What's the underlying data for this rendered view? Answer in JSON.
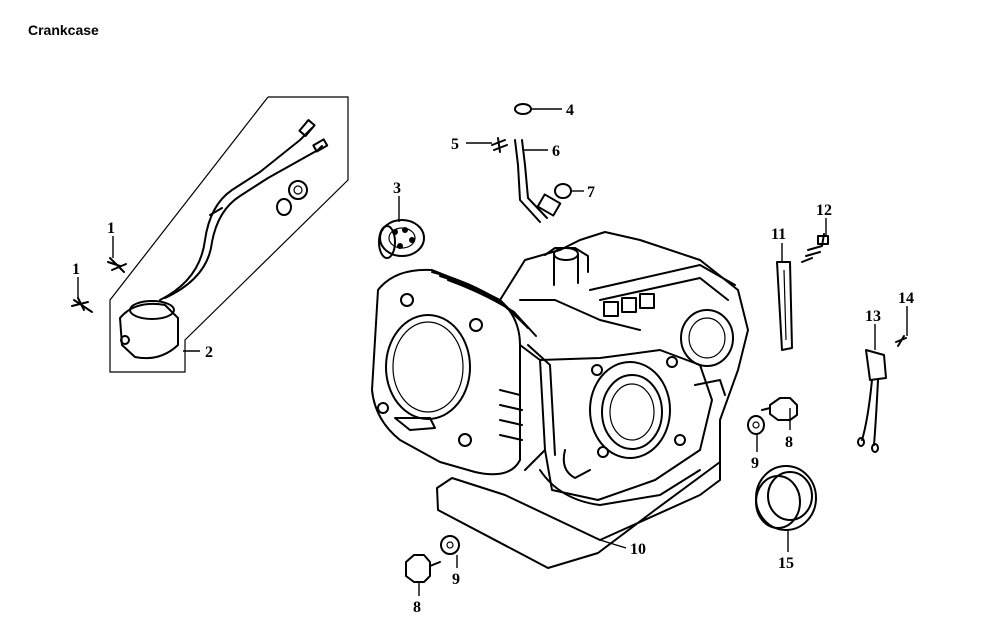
{
  "title": "Crankcase",
  "callouts": [
    {
      "id": "c1a",
      "label": "1"
    },
    {
      "id": "c1b",
      "label": "1"
    },
    {
      "id": "c2",
      "label": "2"
    },
    {
      "id": "c3",
      "label": "3"
    },
    {
      "id": "c4",
      "label": "4"
    },
    {
      "id": "c5",
      "label": "5"
    },
    {
      "id": "c6",
      "label": "6"
    },
    {
      "id": "c7",
      "label": "7"
    },
    {
      "id": "c8a",
      "label": "8"
    },
    {
      "id": "c8b",
      "label": "8"
    },
    {
      "id": "c9a",
      "label": "9"
    },
    {
      "id": "c9b",
      "label": "9"
    },
    {
      "id": "c10",
      "label": "10"
    },
    {
      "id": "c11",
      "label": "11"
    },
    {
      "id": "c12",
      "label": "12"
    },
    {
      "id": "c13",
      "label": "13"
    },
    {
      "id": "c14",
      "label": "14"
    },
    {
      "id": "c15",
      "label": "15"
    }
  ]
}
